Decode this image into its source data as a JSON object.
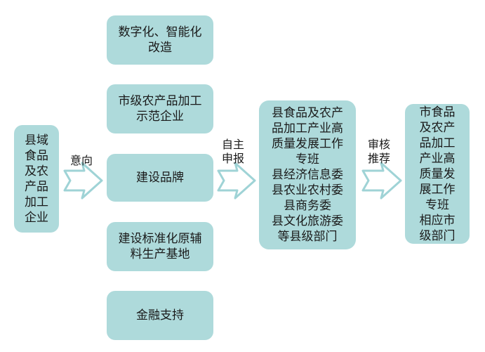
{
  "nodes": {
    "source": [
      "县域",
      "食品",
      "及农",
      "产品",
      "加工",
      "企业"
    ],
    "measures": [
      [
        "数字化、智能化",
        "改造"
      ],
      [
        "市级农产品加工",
        "示范企业"
      ],
      [
        "建设品牌"
      ],
      [
        "建设标准化原辅",
        "料生产基地"
      ],
      [
        "金融支持"
      ]
    ],
    "county": [
      "县食品及农产",
      "品加工产业高",
      "质量发展工作",
      "专班",
      "县经济信息委",
      "县农业农村委",
      "县商务委",
      "县文化旅游委",
      "等县级部门"
    ],
    "city": [
      "市食品",
      "及农产",
      "品加工",
      "产业高",
      "质量发",
      "展工作",
      "专班",
      "相应市",
      "级部门"
    ]
  },
  "edges": {
    "intent": [
      "意向"
    ],
    "self_report": [
      "自主",
      "申报"
    ],
    "review": [
      "审核",
      "推荐"
    ]
  },
  "colors": {
    "node_fill": "#aedadb",
    "arrow_stroke": "#9fd3d6",
    "arrow_fill": "#ffffff"
  }
}
